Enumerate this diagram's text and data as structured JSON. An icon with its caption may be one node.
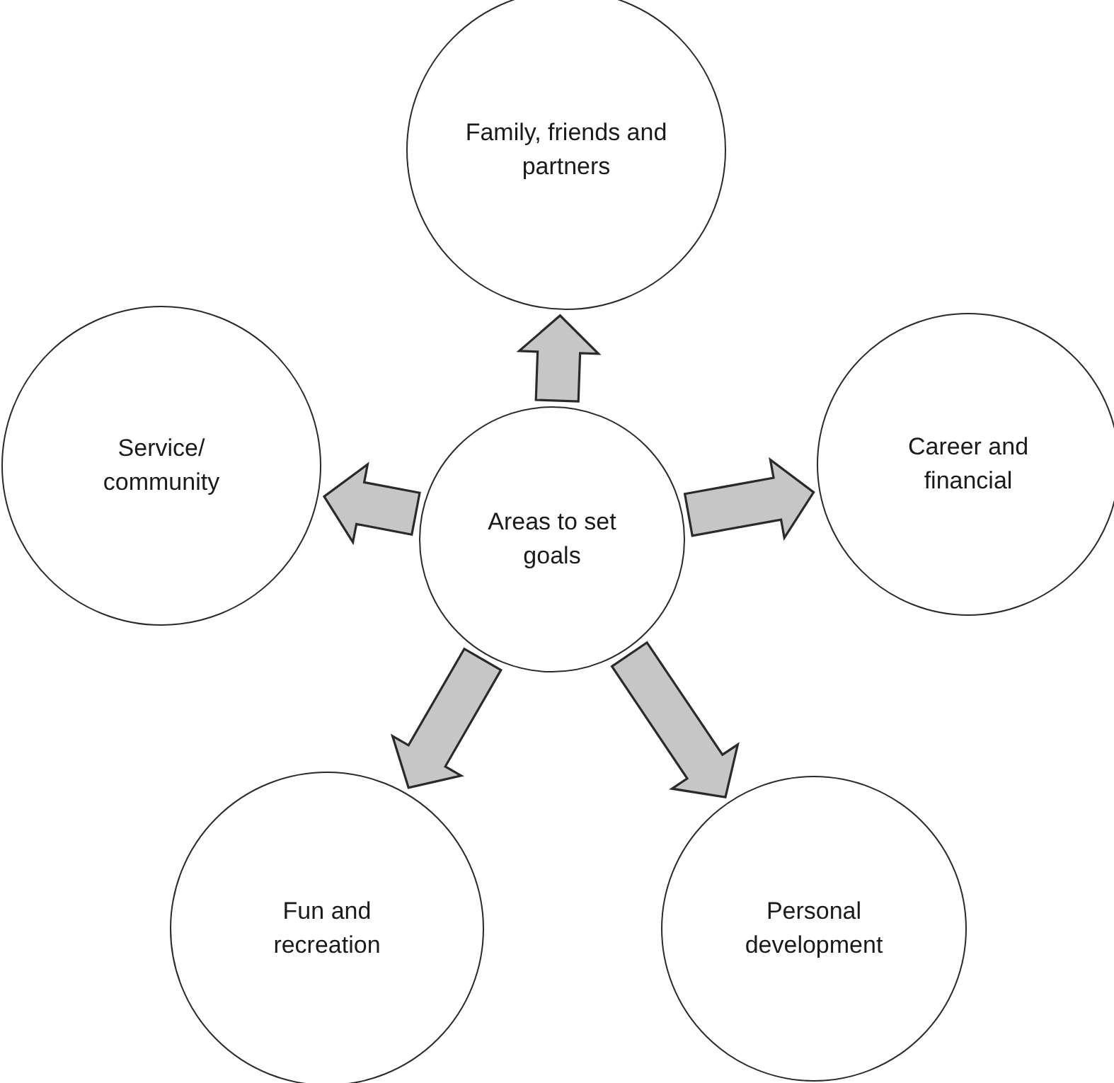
{
  "diagram": {
    "nodes": [
      {
        "text": [
          "Areas to set goals"
        ]
      },
      {
        "text": [
          "Family, friends and partners"
        ]
      },
      {
        "text": [
          "Career and financial"
        ]
      },
      {
        "text": [
          "Personal development"
        ]
      },
      {
        "text": [
          "Fun and recreation"
        ]
      },
      {
        "text": [
          "Service/ community"
        ]
      }
    ],
    "edges": [
      {
        "from": 0,
        "to": 1,
        "arrow": "to",
        "style": "thick"
      },
      {
        "from": 0,
        "to": 2,
        "arrow": "to",
        "style": "thick"
      },
      {
        "from": 0,
        "to": 3,
        "arrow": "to",
        "style": "thick"
      },
      {
        "from": 0,
        "to": 4,
        "arrow": "to",
        "style": "thick"
      },
      {
        "from": 0,
        "to": 5,
        "arrow": "to",
        "style": "thick"
      }
    ]
  }
}
